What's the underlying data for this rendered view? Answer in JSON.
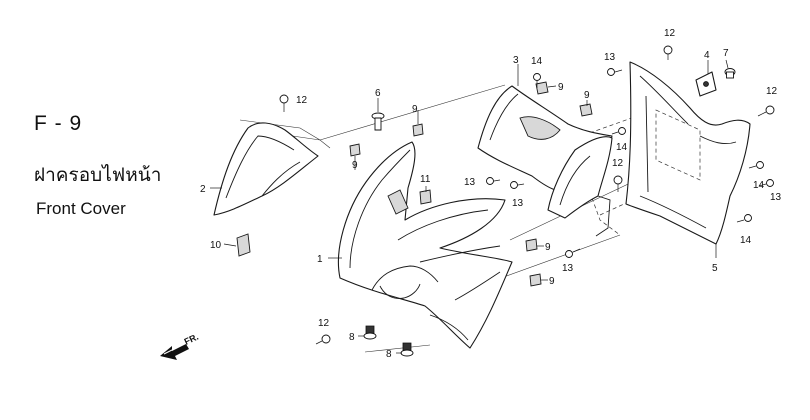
{
  "header": {
    "section_code": "F - 9",
    "title_thai": "ฝาครอบไฟหน้า",
    "title_english": "Front Cover"
  },
  "direction_indicator": {
    "label": "FR.",
    "icon": "front-arrow-icon"
  },
  "callouts": {
    "c1": "1",
    "c2": "2",
    "c3": "3",
    "c4": "4",
    "c5": "5",
    "c6": "6",
    "c7": "7",
    "c8a": "8",
    "c8b": "8",
    "c9a": "9",
    "c9b": "9",
    "c9c": "9",
    "c9d": "9",
    "c9e": "9",
    "c9f": "9",
    "c10": "10",
    "c11": "11",
    "c12a": "12",
    "c12b": "12",
    "c12c": "12",
    "c12d": "12",
    "c12e": "12",
    "c13a": "13",
    "c13b": "13",
    "c13c": "13",
    "c13d": "13",
    "c13e": "13",
    "c14a": "14",
    "c14b": "14",
    "c14c": "14",
    "c14d": "14"
  }
}
